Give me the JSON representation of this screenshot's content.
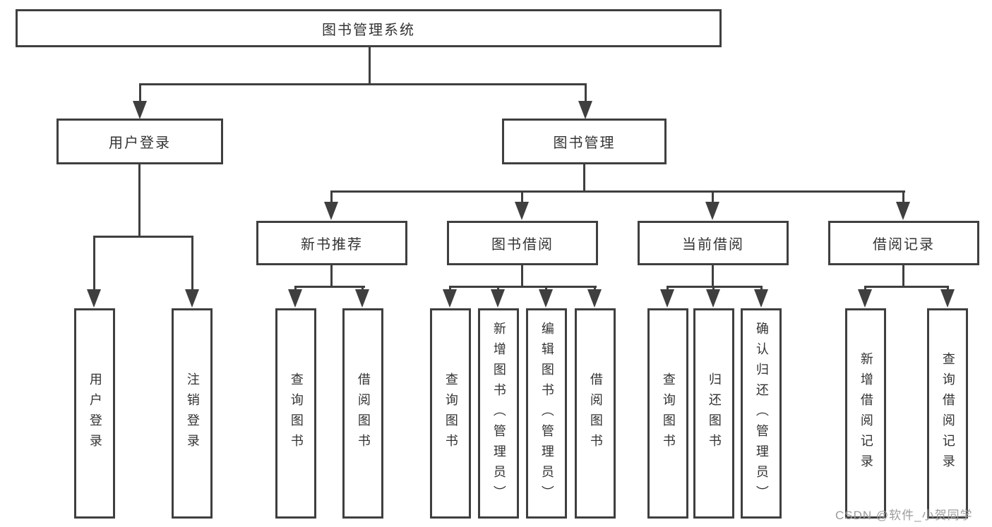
{
  "nodes": {
    "root": "图书管理系统",
    "level2": [
      "用户登录",
      "图书管理"
    ],
    "level3": [
      "新书推荐",
      "图书借阅",
      "当前借阅",
      "借阅记录"
    ],
    "leaves_user": [
      "用户登录",
      "注销登录"
    ],
    "leaves_recommend": [
      "查询图书",
      "借阅图书"
    ],
    "leaves_borrow": [
      "查询图书",
      "新增图书（管理员）",
      "编辑图书（管理员）",
      "借阅图书"
    ],
    "leaves_current": [
      "查询图书",
      "归还图书",
      "确认归还（管理员）"
    ],
    "leaves_records": [
      "新增借阅记录",
      "查询借阅记录"
    ]
  },
  "watermark": "CSDN @软件_小贺同学",
  "colors": {
    "line": "#3f3f3f",
    "text": "#333333",
    "watermark": "#9c9c9c",
    "background": "#ffffff"
  }
}
